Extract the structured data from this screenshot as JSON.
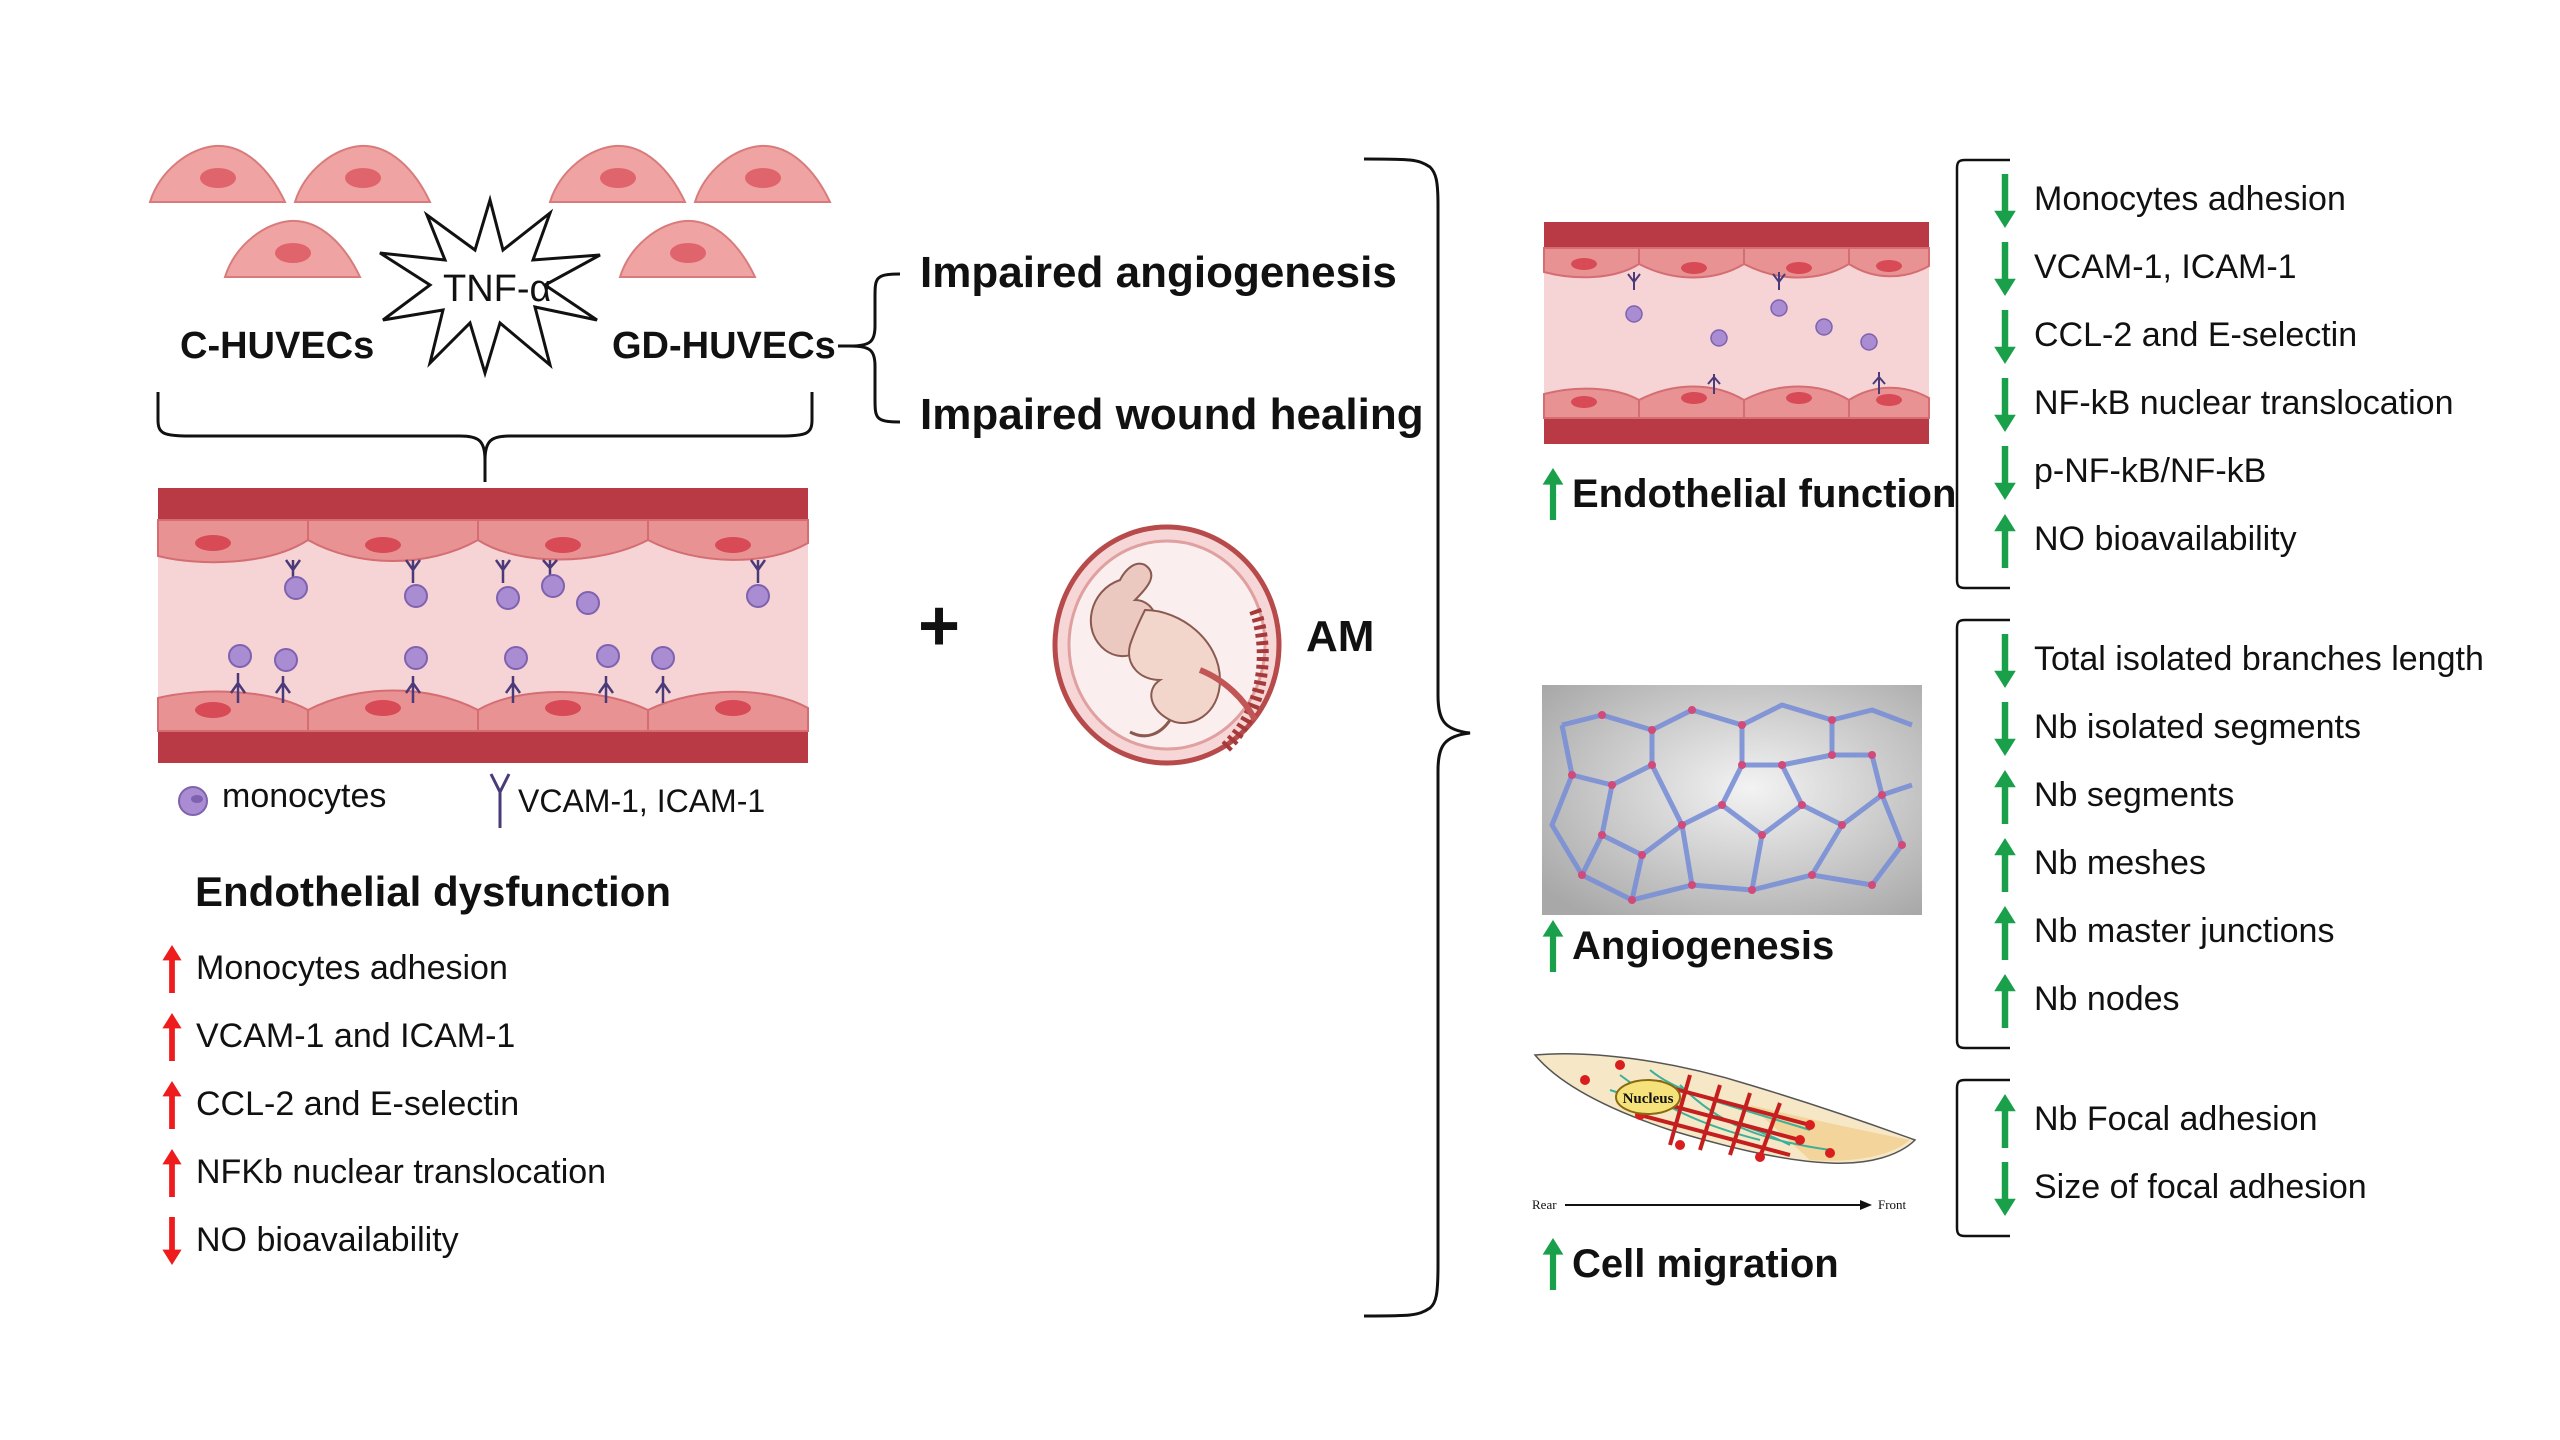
{
  "cells": {
    "control": "C-HUVECs",
    "stimulus": "TNF-α",
    "gd": "GD-HUVECs"
  },
  "impairments": [
    "Impaired angiogenesis",
    "Impaired wound healing"
  ],
  "vessel_legend": {
    "monocytes": "monocytes",
    "adhesion_molecules": "VCAM-1, ICAM-1"
  },
  "dysfunction": {
    "title": "Endothelial dysfunction",
    "items": [
      {
        "text": "Monocytes adhesion",
        "dir": "up"
      },
      {
        "text": "VCAM-1 and ICAM-1",
        "dir": "up"
      },
      {
        "text": "CCL-2 and E-selectin",
        "dir": "up"
      },
      {
        "text": "NFKb nuclear translocation",
        "dir": "up"
      },
      {
        "text": "NO bioavailability",
        "dir": "down"
      }
    ]
  },
  "treatment": {
    "plus": "+",
    "label": "AM"
  },
  "outcomes": [
    {
      "title": "Endothelial function",
      "items": [
        {
          "text": "Monocytes adhesion",
          "dir": "down"
        },
        {
          "text": "VCAM-1, ICAM-1",
          "dir": "down"
        },
        {
          "text": "CCL-2 and E-selectin",
          "dir": "down"
        },
        {
          "text": "NF-kB nuclear translocation",
          "dir": "down"
        },
        {
          "text": "p-NF-kB/NF-kB",
          "dir": "down"
        },
        {
          "text": "NO bioavailability",
          "dir": "up"
        }
      ]
    },
    {
      "title": "Angiogenesis",
      "items": [
        {
          "text": "Total isolated branches length",
          "dir": "down"
        },
        {
          "text": "Nb isolated segments",
          "dir": "down"
        },
        {
          "text": "Nb segments",
          "dir": "up"
        },
        {
          "text": "Nb meshes",
          "dir": "up"
        },
        {
          "text": "Nb master junctions",
          "dir": "up"
        },
        {
          "text": "Nb nodes",
          "dir": "up"
        }
      ]
    },
    {
      "title": "Cell migration",
      "items": [
        {
          "text": "Nb Focal adhesion",
          "dir": "up"
        },
        {
          "text": "Size of focal adhesion",
          "dir": "down"
        }
      ]
    }
  ],
  "migration_image": {
    "nucleus": "Nucleus",
    "rear": "Rear",
    "front": "Front"
  },
  "colors": {
    "up_red": "#ee1c1c",
    "down_red": "#ee1c1c",
    "green": "#1aa04a",
    "vessel_wall": "#b93a45",
    "cell_pink": "#f0a3a3"
  }
}
